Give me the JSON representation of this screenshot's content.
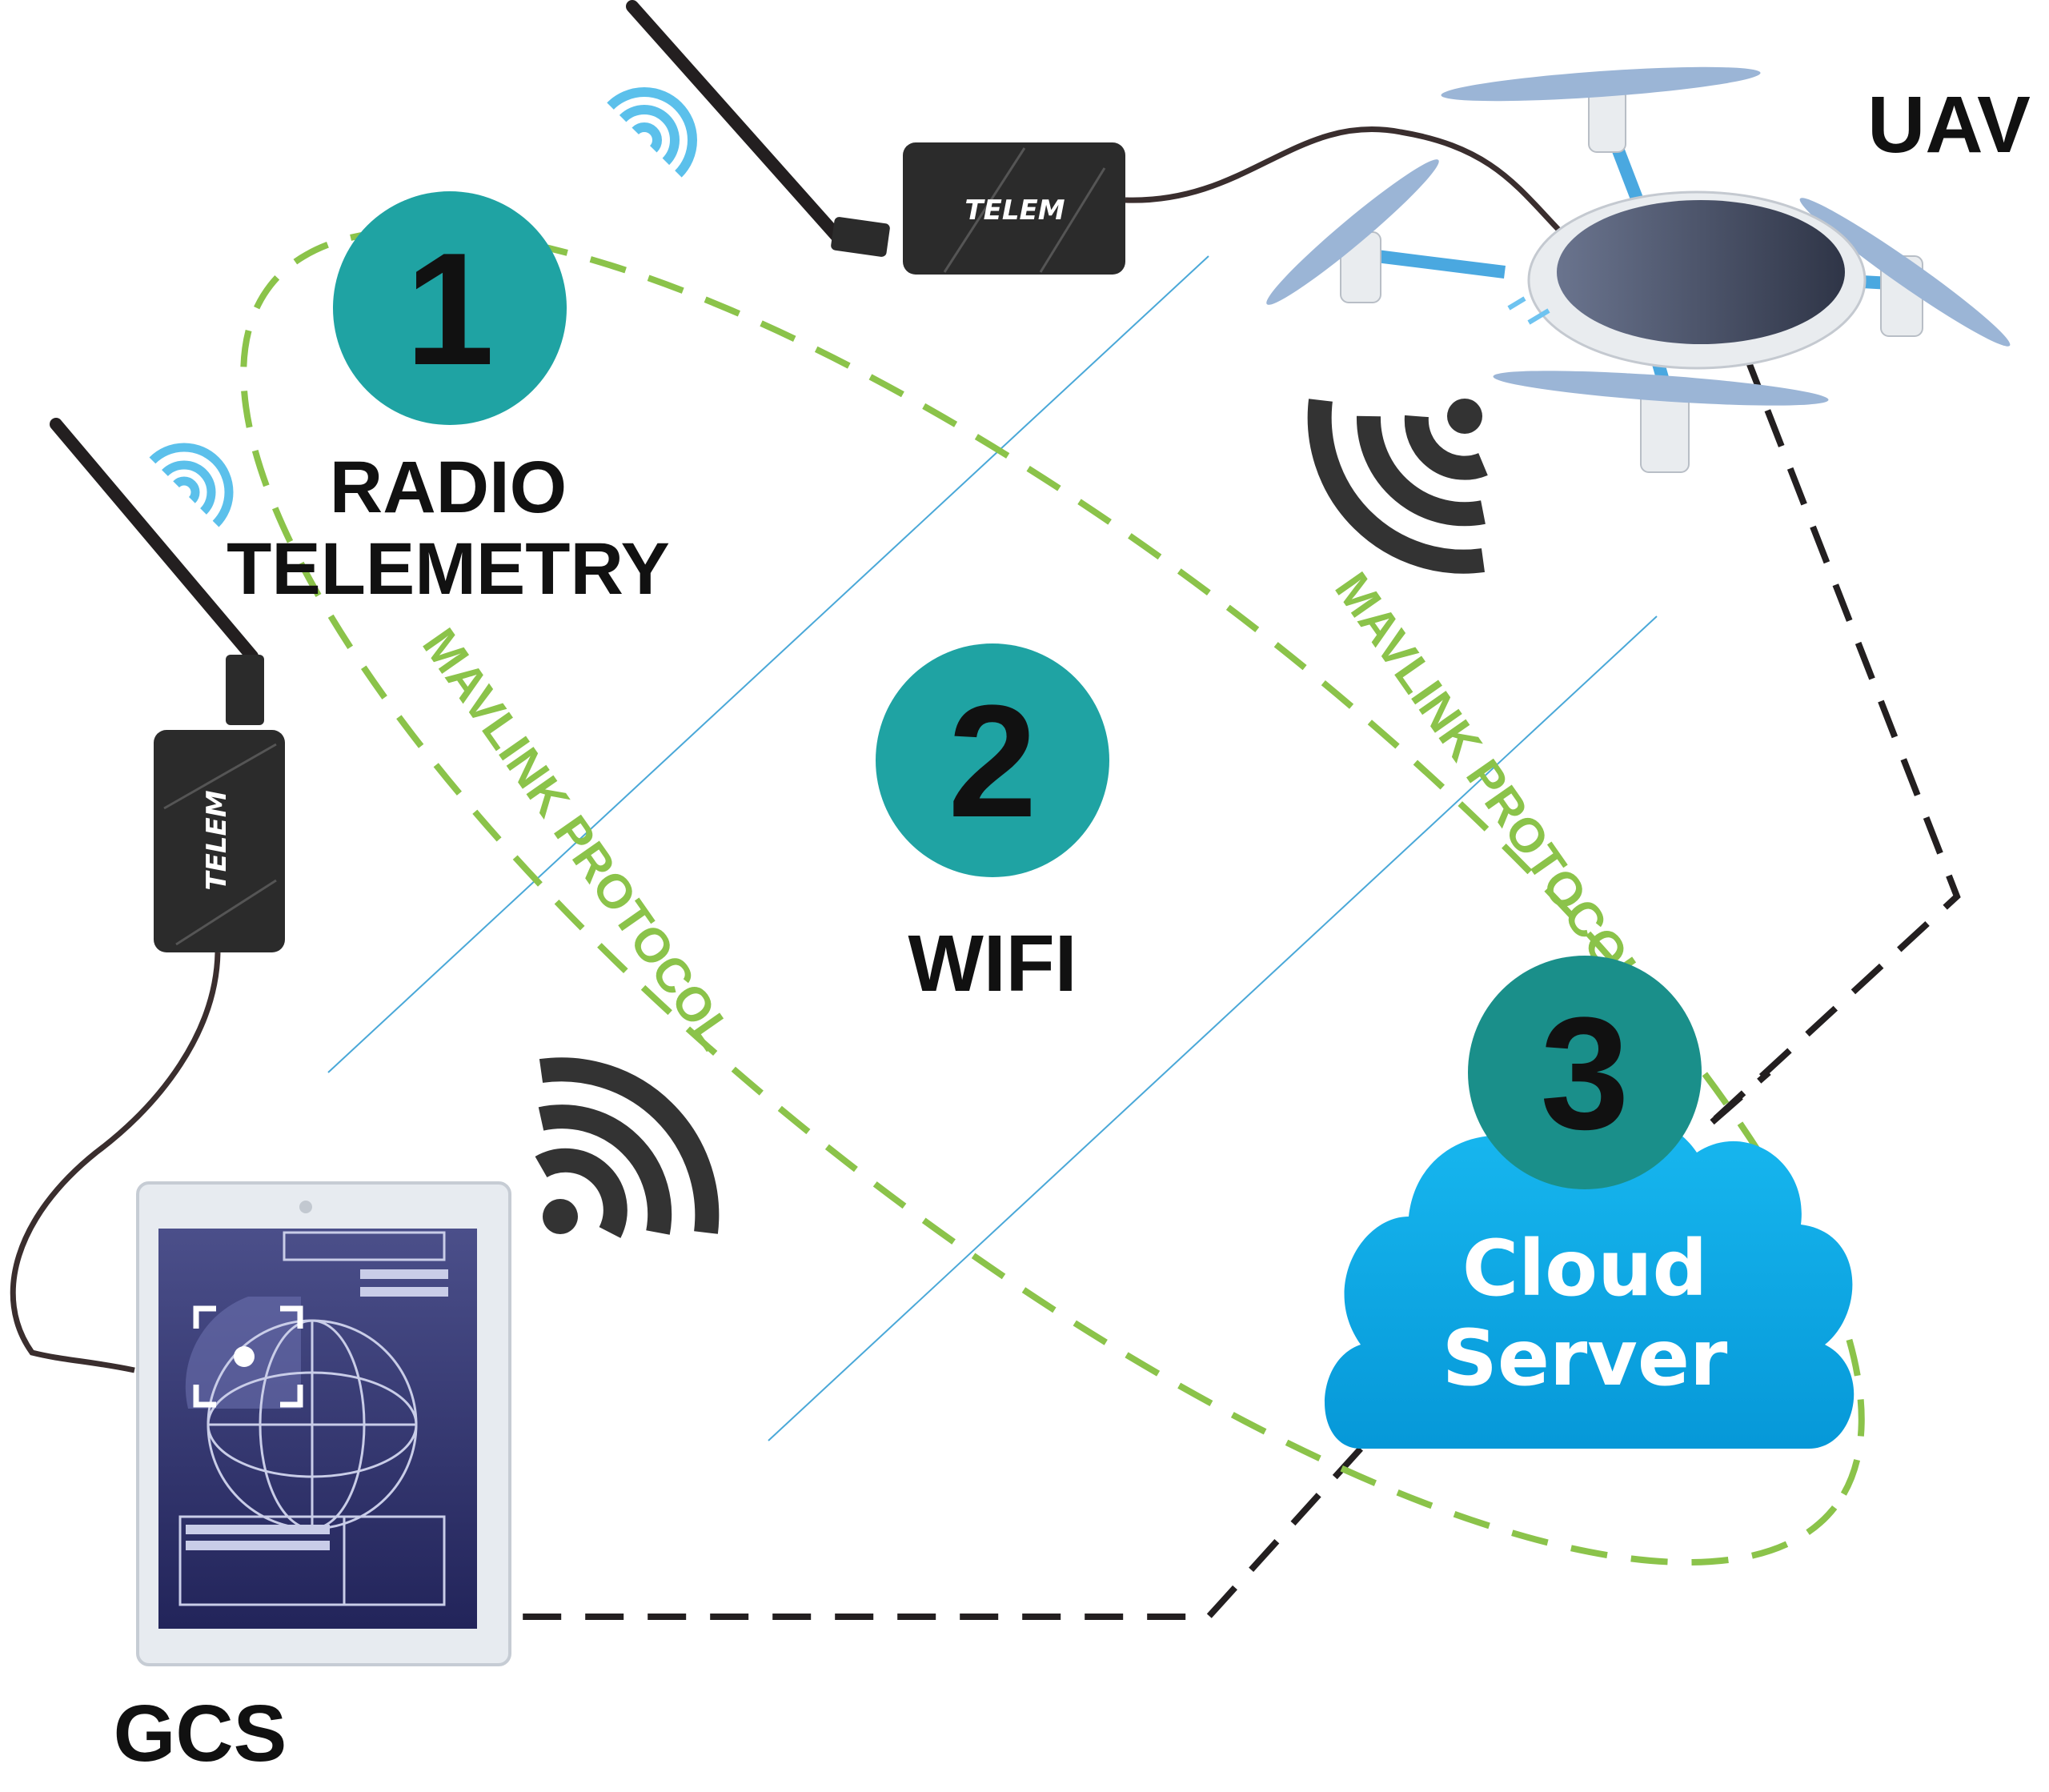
{
  "nodes": {
    "uav": {
      "label": "UAV"
    },
    "gcs": {
      "label": "GCS"
    },
    "telem_top": {
      "label": "TELEM"
    },
    "telem_left": {
      "label": "TELEM"
    },
    "cloud": {
      "label_line1": "Cloud",
      "label_line2": "Server"
    }
  },
  "links": [
    {
      "number": "1",
      "label_line1": "RADIO",
      "label_line2": "TELEMETRY"
    },
    {
      "number": "2",
      "label": "WIFI"
    },
    {
      "number": "3"
    }
  ],
  "protocol_labels": [
    "MAVLINK PROTOCOL",
    "MAVLINK PROTOCOL"
  ],
  "colors": {
    "teal": "#1fa3a3",
    "protocol_green": "#8bc34a",
    "cloud_blue": "#0aaeea",
    "signal_blue": "#5bc0eb",
    "dark": "#231f20",
    "thin_line": "#4aa8d8"
  }
}
